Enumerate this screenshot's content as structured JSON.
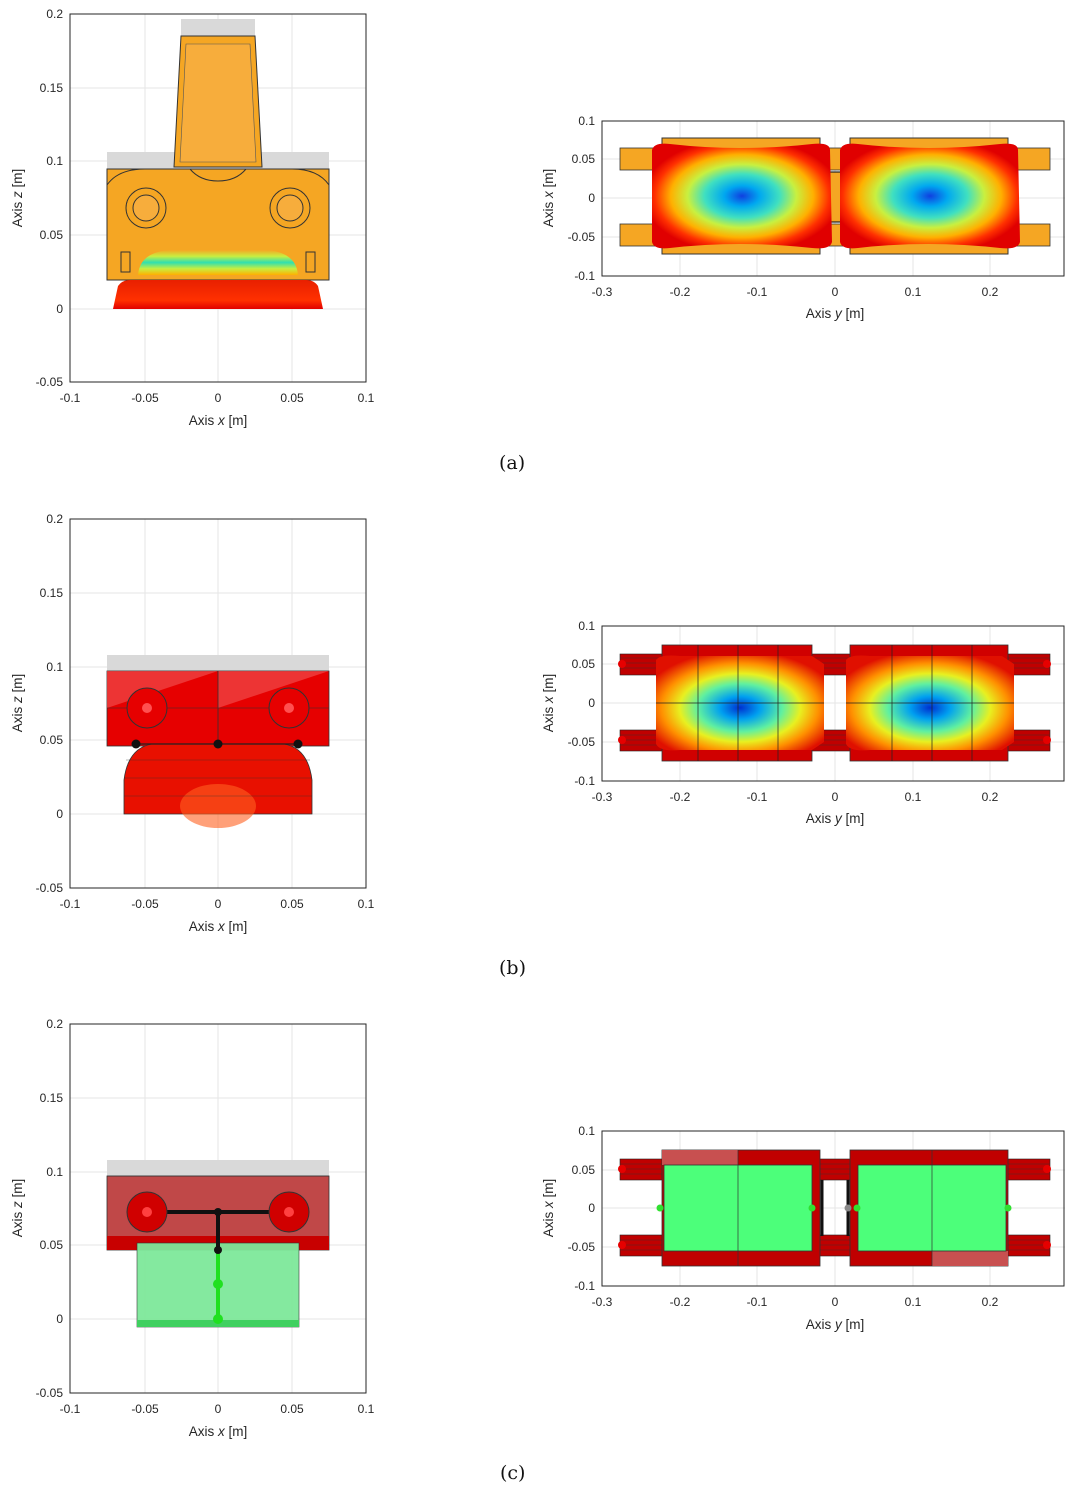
{
  "figure": {
    "rows": [
      {
        "caption": "(a)",
        "front_view": {
          "xlabel": {
            "prefix": "Axis ",
            "var": "x",
            "unit": "  [m]"
          },
          "ylabel": {
            "prefix": "Axis ",
            "var": "z",
            "unit": "  [m]"
          },
          "xticks": [
            "-0.1",
            "-0.05",
            "0",
            "0.05",
            "0.1"
          ],
          "yticks": [
            "-0.05",
            "0",
            "0.05",
            "0.1",
            "0.15",
            "0.2"
          ]
        },
        "top_view": {
          "xlabel": {
            "prefix": "Axis ",
            "var": "y",
            "unit": "  [m]"
          },
          "ylabel": {
            "prefix": "Axis ",
            "var": "x",
            "unit": "  [m]"
          },
          "xticks": [
            "-0.3",
            "-0.2",
            "-0.1",
            "0",
            "0.1",
            "0.2"
          ],
          "yticks": [
            "-0.1",
            "-0.05",
            "0",
            "0.05",
            "0.1"
          ]
        }
      },
      {
        "caption": "(b)",
        "front_view": {
          "xlabel": {
            "prefix": "Axis ",
            "var": "x",
            "unit": "  [m]"
          },
          "ylabel": {
            "prefix": "Axis ",
            "var": "z",
            "unit": "  [m]"
          },
          "xticks": [
            "-0.1",
            "-0.05",
            "0",
            "0.05",
            "0.1"
          ],
          "yticks": [
            "-0.05",
            "0",
            "0.05",
            "0.1",
            "0.15",
            "0.2"
          ]
        },
        "top_view": {
          "xlabel": {
            "prefix": "Axis ",
            "var": "y",
            "unit": "  [m]"
          },
          "ylabel": {
            "prefix": "Axis ",
            "var": "x",
            "unit": "  [m]"
          },
          "xticks": [
            "-0.3",
            "-0.2",
            "-0.1",
            "0",
            "0.1",
            "0.2"
          ],
          "yticks": [
            "-0.1",
            "-0.05",
            "0",
            "0.05",
            "0.1"
          ]
        }
      },
      {
        "caption": "(c)",
        "front_view": {
          "xlabel": {
            "prefix": "Axis ",
            "var": "x",
            "unit": "  [m]"
          },
          "ylabel": {
            "prefix": "Axis ",
            "var": "z",
            "unit": "  [m]"
          },
          "xticks": [
            "-0.1",
            "-0.05",
            "0",
            "0.05",
            "0.1"
          ],
          "yticks": [
            "-0.05",
            "0",
            "0.05",
            "0.1",
            "0.15",
            "0.2"
          ]
        },
        "top_view": {
          "xlabel": {
            "prefix": "Axis ",
            "var": "y",
            "unit": "  [m]"
          },
          "ylabel": {
            "prefix": "Axis ",
            "var": "x",
            "unit": "  [m]"
          },
          "xticks": [
            "-0.3",
            "-0.2",
            "-0.1",
            "0",
            "0.1",
            "0.2"
          ],
          "yticks": [
            "-0.1",
            "-0.05",
            "0",
            "0.05",
            "0.1"
          ]
        }
      }
    ],
    "colors": {
      "body_orange": "#f5a623",
      "pressure_red": "#e80000",
      "dark_red": "#b80000",
      "green_fill": "#4cff7a",
      "gray_cover": "#d9d9d9",
      "grid": "#e6e6e6"
    }
  }
}
